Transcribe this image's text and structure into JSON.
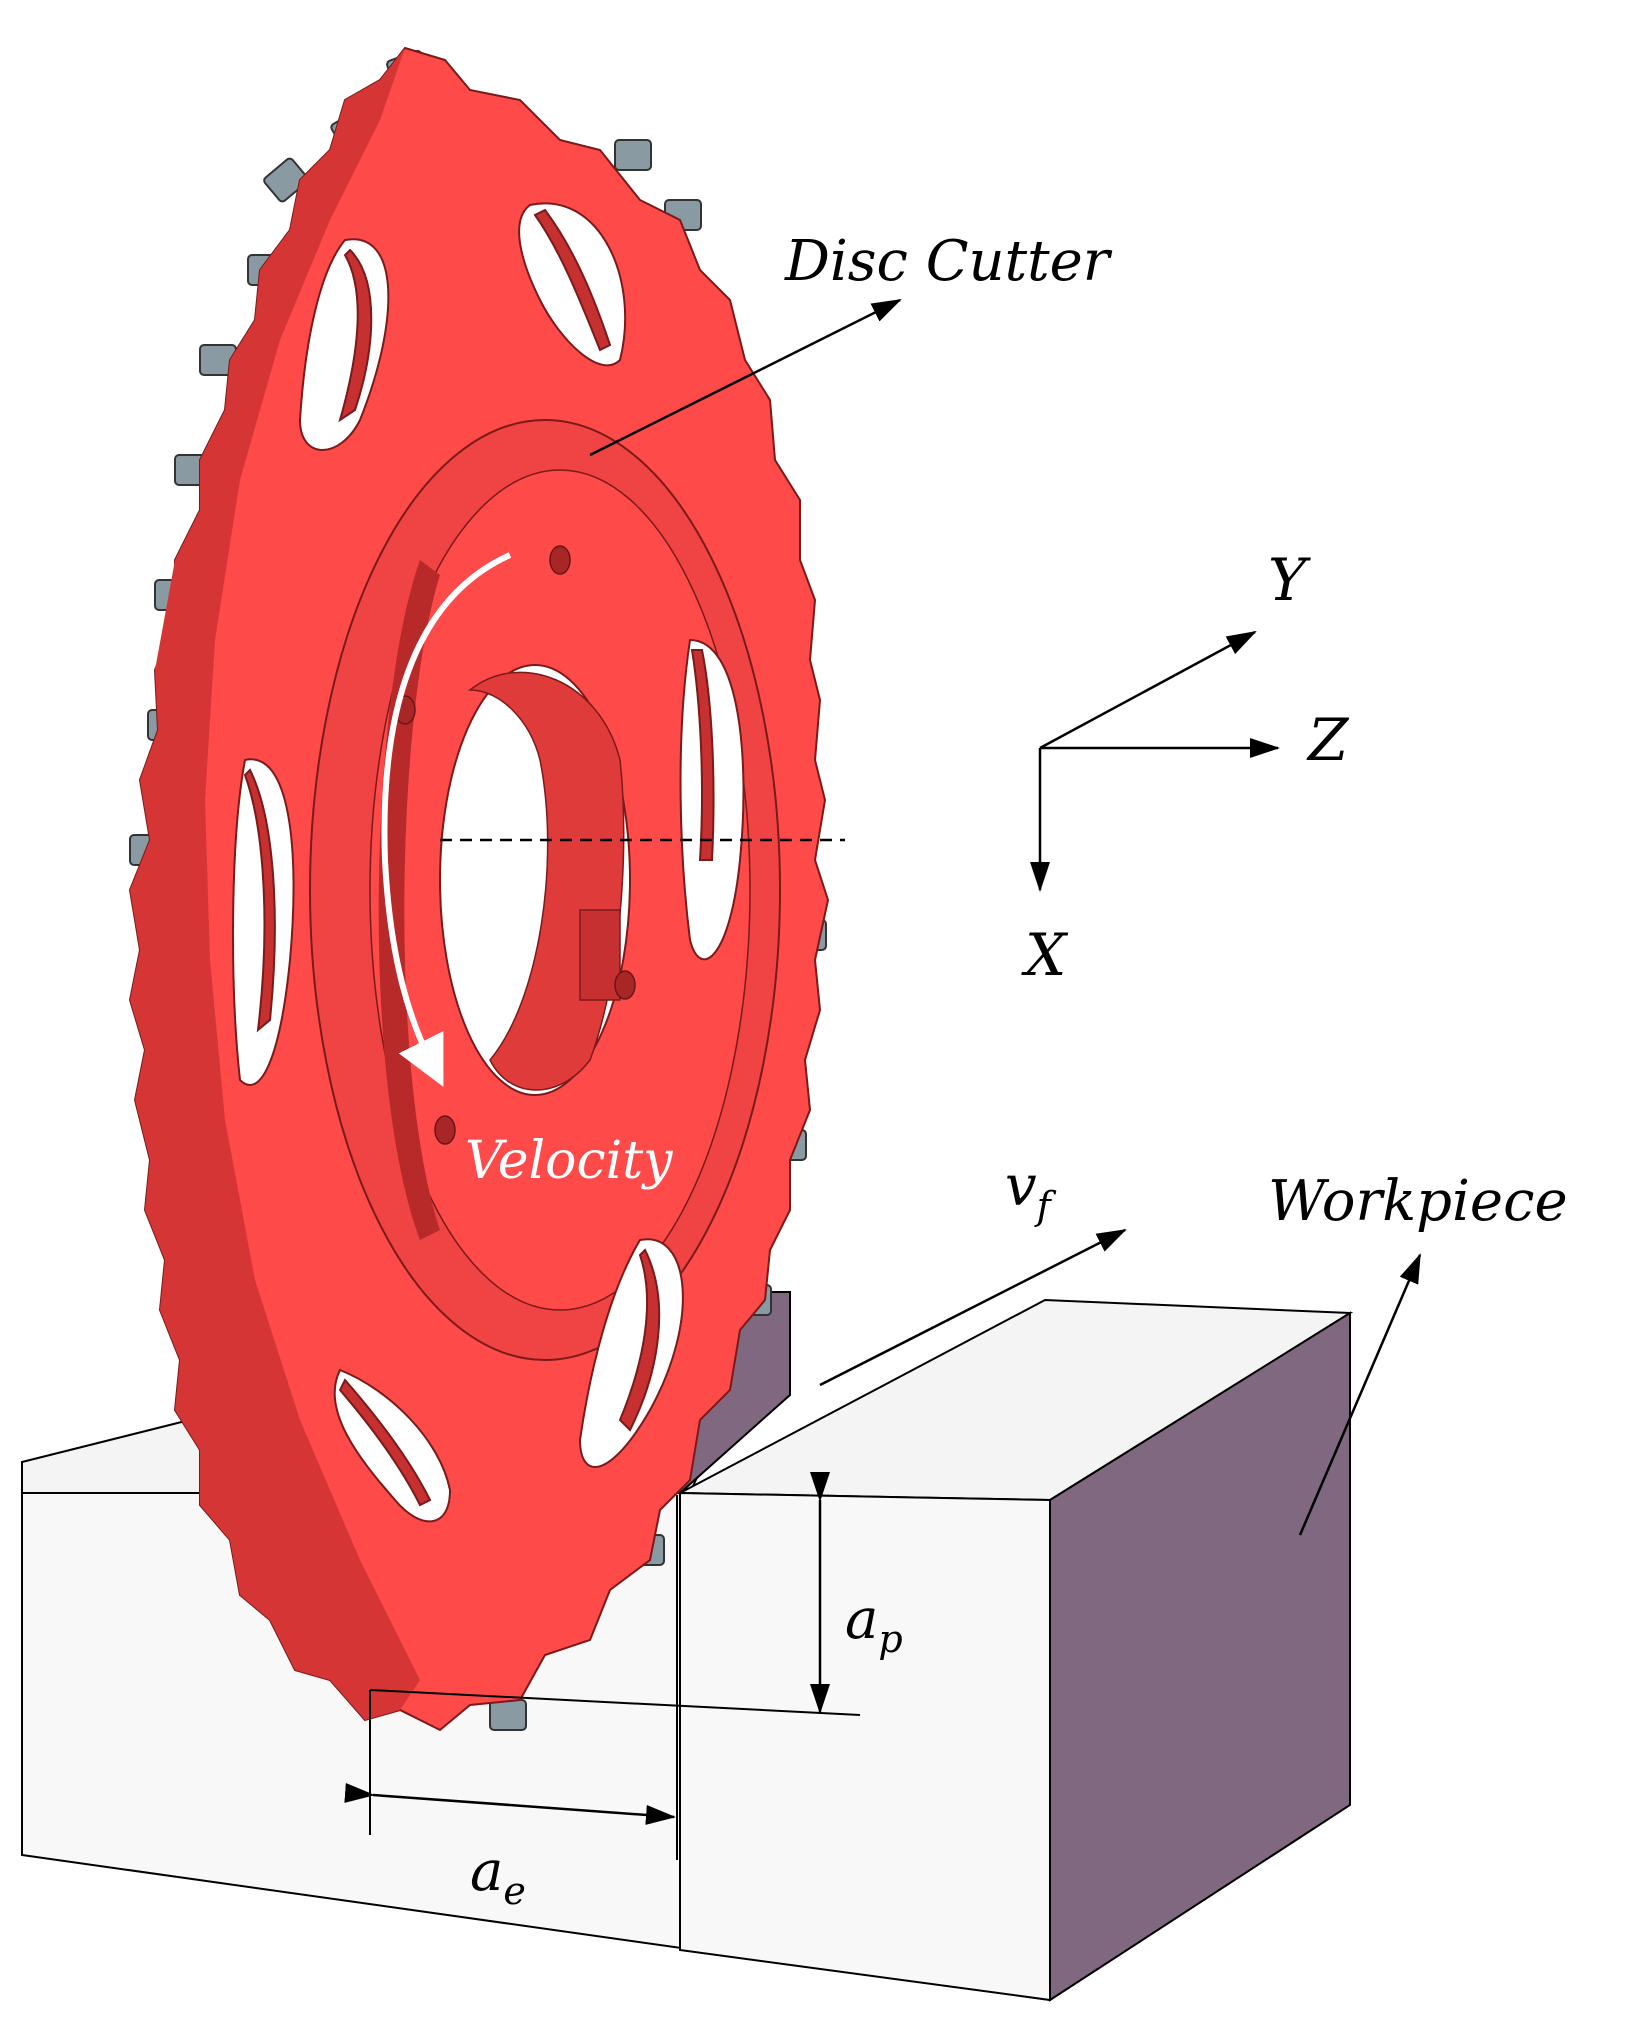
{
  "labels": {
    "disc_cutter": "Disc Cutter",
    "workpiece": "Workpiece",
    "velocity": "Velocity",
    "feed_main": "v",
    "feed_sub": "f",
    "ap_main": "a",
    "ap_sub": "p",
    "ae_main": "a",
    "ae_sub": "e"
  },
  "axes": {
    "x": "X",
    "y": "Y",
    "z": "Z"
  },
  "colors": {
    "cutter": "#ff4a4a",
    "cutter_shade": "#cc2e2e",
    "cutter_dark": "#9e1f1f",
    "inserts": "#8a9aa3",
    "workpiece_top": "#f4f4f4",
    "workpiece_front": "#f8f8f8",
    "workpiece_side": "#7f6880"
  }
}
